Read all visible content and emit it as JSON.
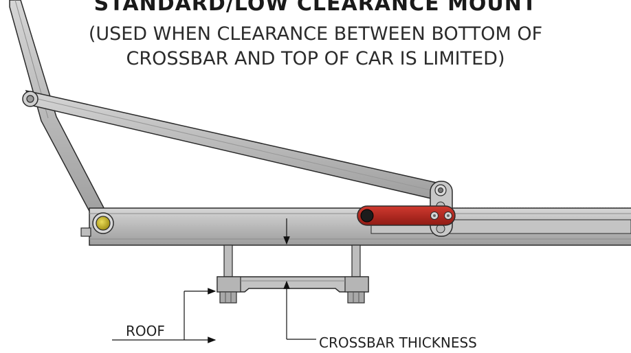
{
  "title": "STANDARD/LOW CLEARANCE MOUNT",
  "subtitle_line1": "(USED WHEN CLEARANCE BETWEEN BOTTOM OF",
  "subtitle_line2": "CROSSBAR AND TOP OF CAR IS LIMITED)",
  "labels": {
    "roof": "ROOF",
    "crossbar_thickness": "CROSSBAR THICKNESS"
  },
  "colors": {
    "metal": "#b3b3b3",
    "metal_dark": "#8c8c8c",
    "outline": "#2a2a2a",
    "red_plate": "#b4231c",
    "yellow_pin": "#c9b62a"
  }
}
